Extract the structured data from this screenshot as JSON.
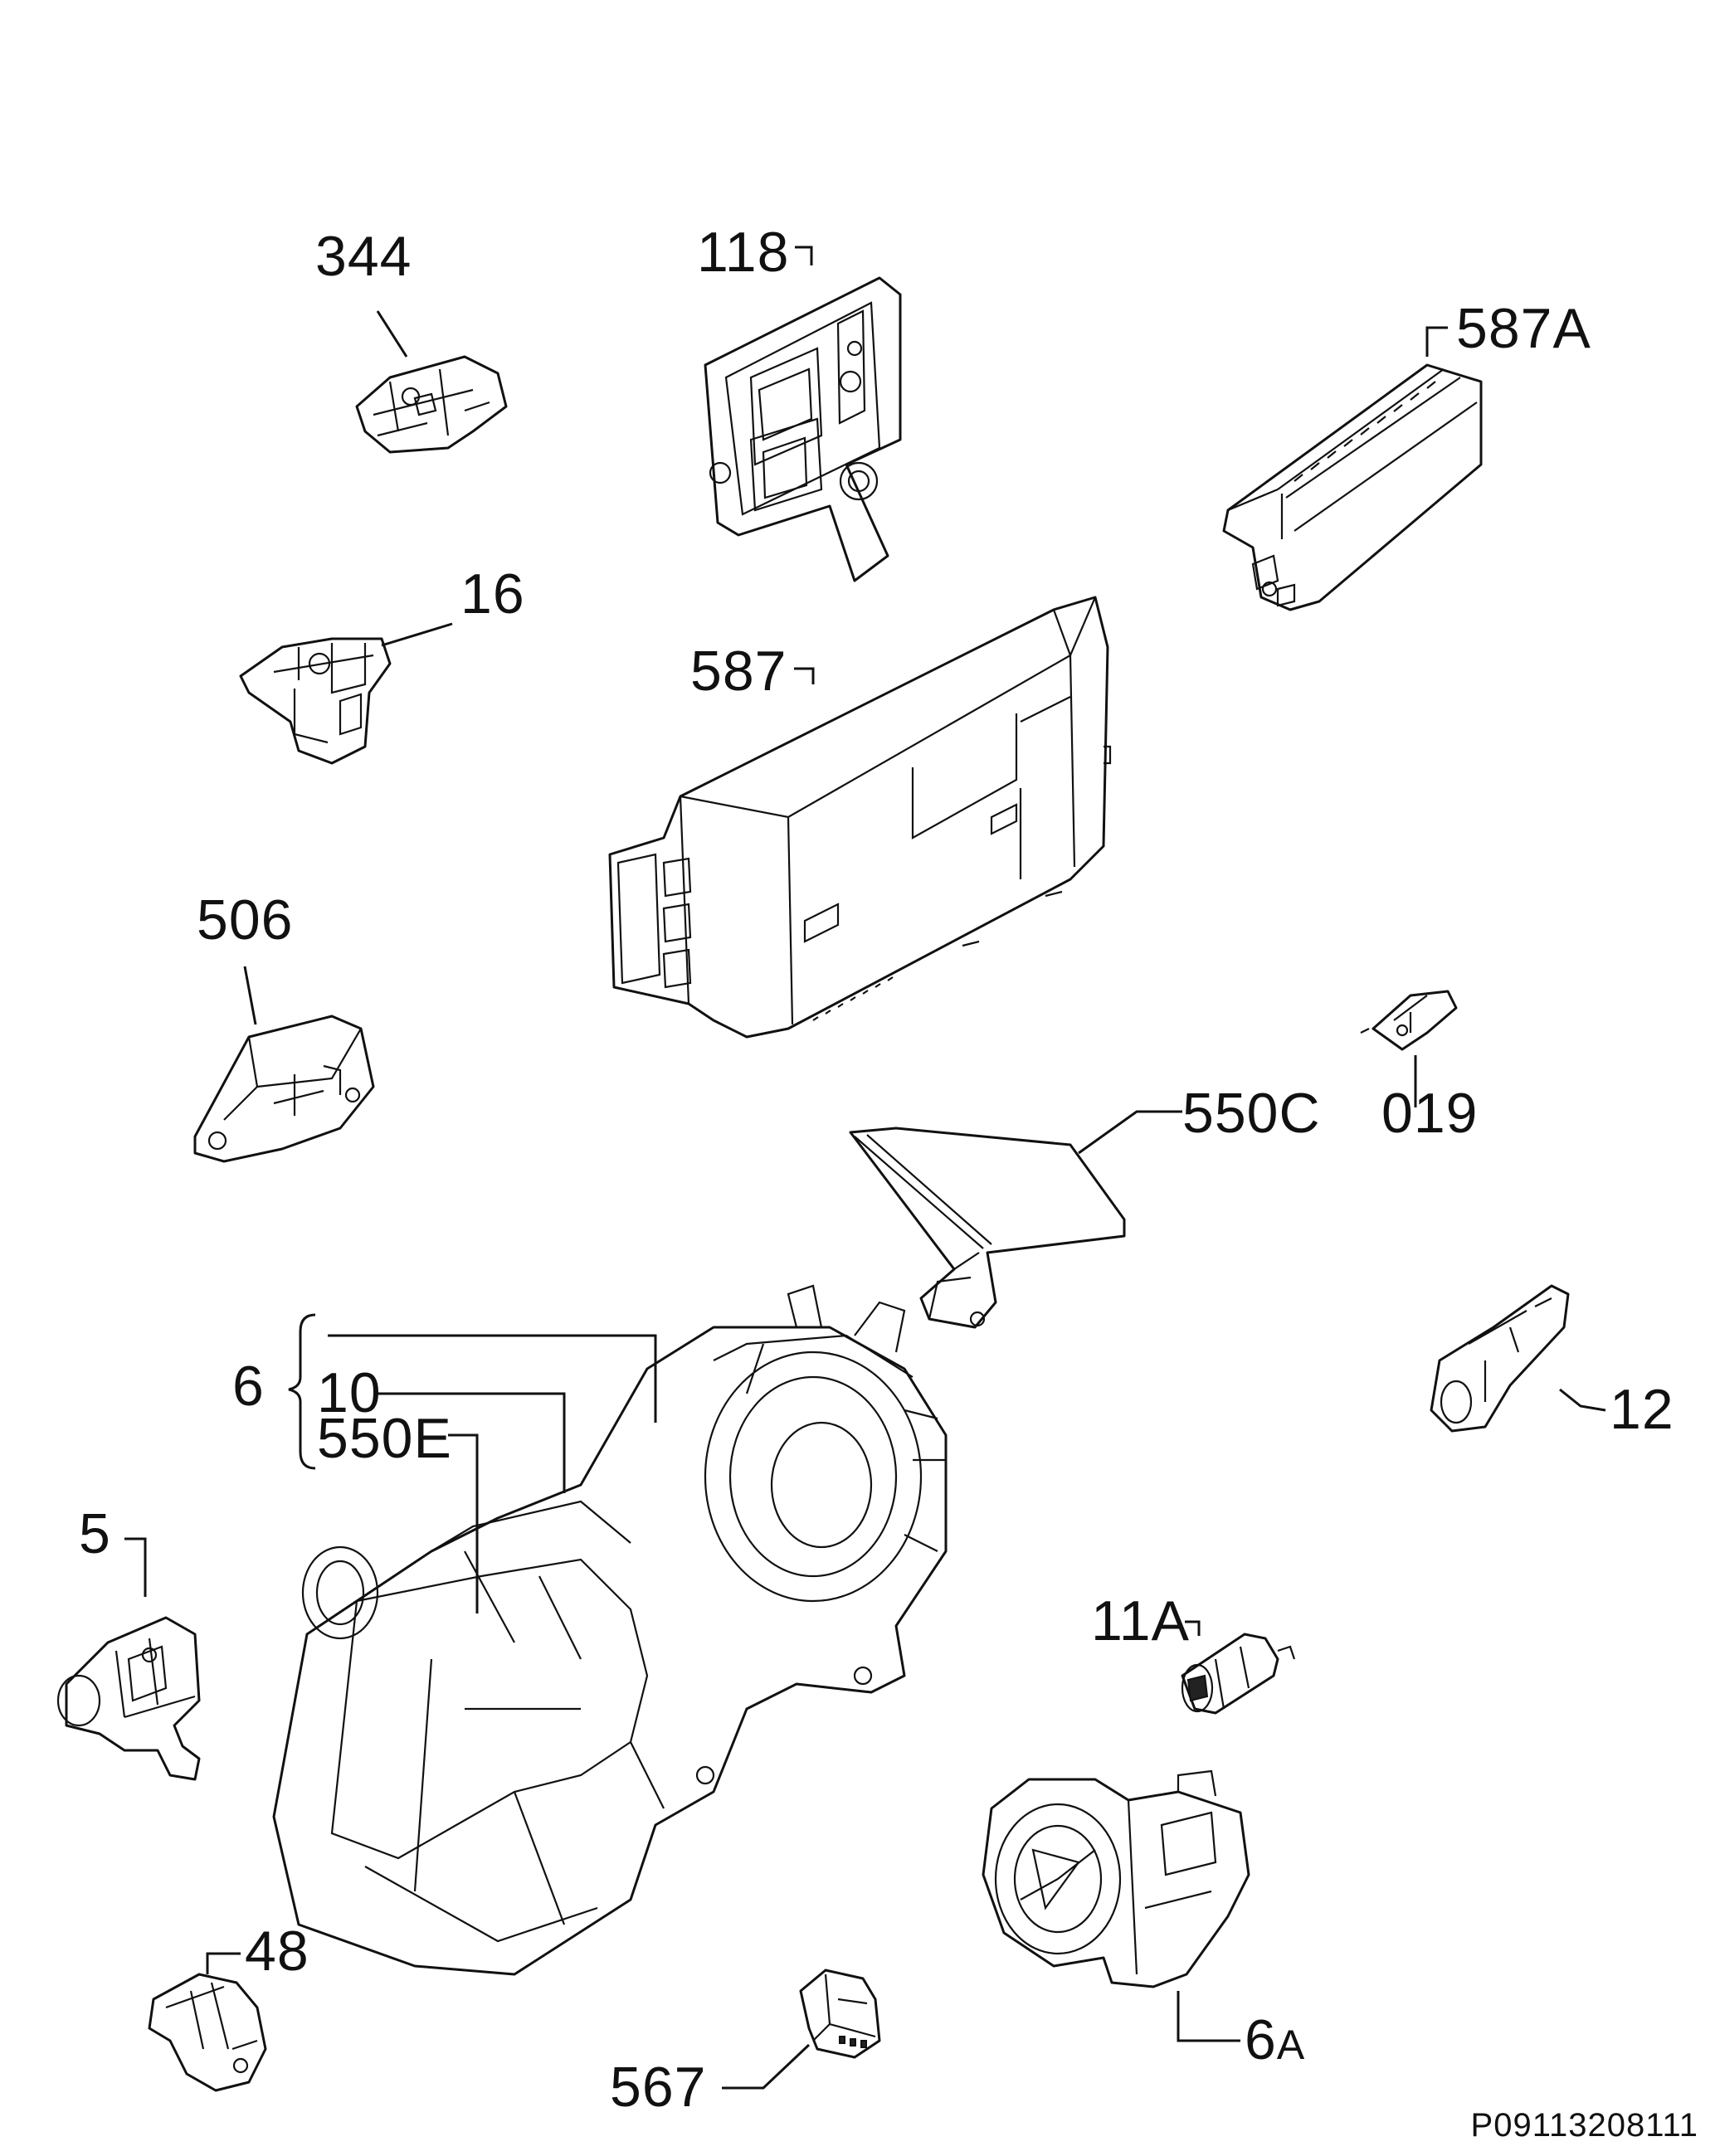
{
  "diagram": {
    "callouts": {
      "c344": "344",
      "c118": "118",
      "c587A": "587A",
      "c16": "16",
      "c587": "587",
      "c506": "506",
      "c019": "019",
      "c550C": "550C",
      "c6": "6",
      "c10": "10",
      "c550E": "550E",
      "c12": "12",
      "c5": "5",
      "c11A": "11A",
      "c48": "48",
      "c6A_main": "6",
      "c6A_sub": "A",
      "c567": "567"
    },
    "document_code": "P09113208111"
  }
}
